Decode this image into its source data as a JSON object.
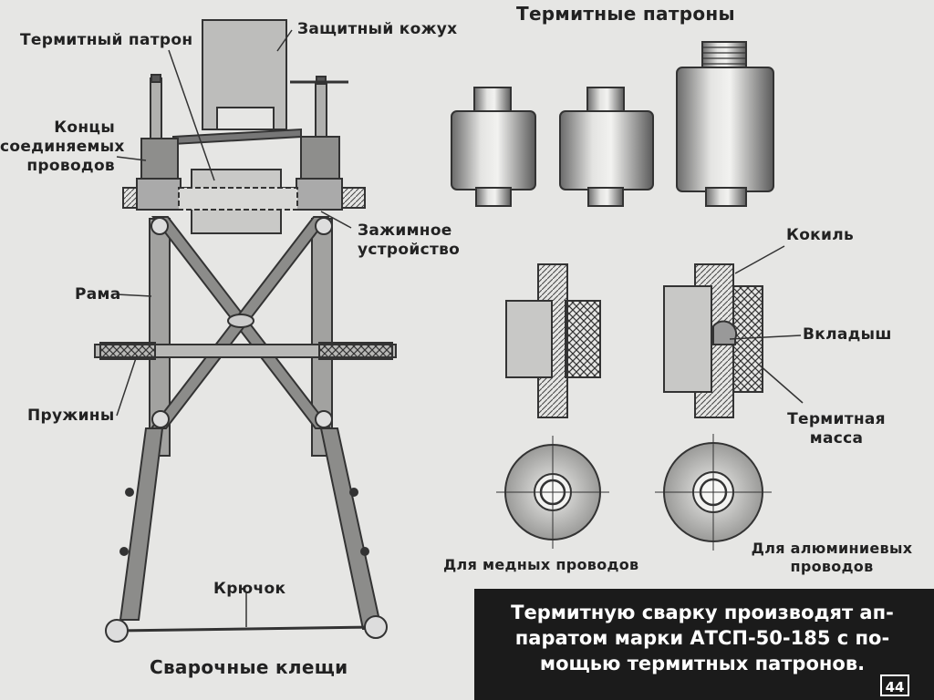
{
  "labels": {
    "termite_cartridge": "Термитный патрон",
    "protective_casing": "Защитный кожух",
    "wire_ends": "Концы\nсоединяемых\nпроводов",
    "clamp_device": "Зажимное\nустройство",
    "frame": "Рама",
    "springs": "Пружины",
    "hook": "Крючок",
    "welding_tongs": "Сварочные клещи",
    "cartridges_title": "Термитные патроны",
    "mold": "Кокиль",
    "insert": "Вкладыш",
    "termite_mass": "Термитная\nмасса",
    "for_copper": "Для медных проводов",
    "for_aluminium": "Для алюминиевых\nпроводов"
  },
  "caption": {
    "text": "Термитную сварку производят ап-\nпаратом марки АТСП-50-185 с по-\nмощью термитных патронов.",
    "page_number": "44"
  }
}
